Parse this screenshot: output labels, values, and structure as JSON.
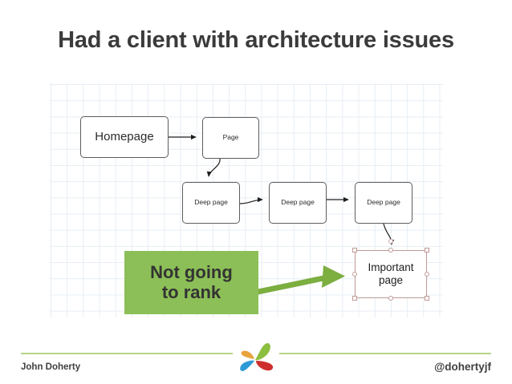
{
  "slide": {
    "title": "Had a client with architecture issues"
  },
  "diagram": {
    "nodes": [
      {
        "id": "homepage",
        "label": "Homepage",
        "selected": false
      },
      {
        "id": "page",
        "label": "Page",
        "selected": false
      },
      {
        "id": "deep1",
        "label": "Deep page",
        "selected": false
      },
      {
        "id": "deep2",
        "label": "Deep page",
        "selected": false
      },
      {
        "id": "deep3",
        "label": "Deep page",
        "selected": false
      },
      {
        "id": "important",
        "label": "Important\npage",
        "selected": true
      }
    ],
    "edges": [
      {
        "from": "homepage",
        "to": "page"
      },
      {
        "from": "page",
        "to": "deep1"
      },
      {
        "from": "deep1",
        "to": "deep2"
      },
      {
        "from": "deep2",
        "to": "deep3"
      },
      {
        "from": "deep3",
        "to": "important"
      }
    ],
    "grid_color": "#e6eef5",
    "node_border_color": "#5d5d5d",
    "selection_color": "#c09a96"
  },
  "callout": {
    "text": "Not going\nto rank",
    "background": "#8cbf57",
    "text_color": "#333333",
    "arrow_color": "#7cae40"
  },
  "footer": {
    "name": "John Doherty",
    "handle": "@dohertyjf",
    "rule_color": "#b8d48a",
    "logo": {
      "name": "pinwheel-logo",
      "petal_colors": [
        "#8cbf3f",
        "#cf2e2e",
        "#2e9bd6",
        "#e8a33d"
      ]
    }
  }
}
